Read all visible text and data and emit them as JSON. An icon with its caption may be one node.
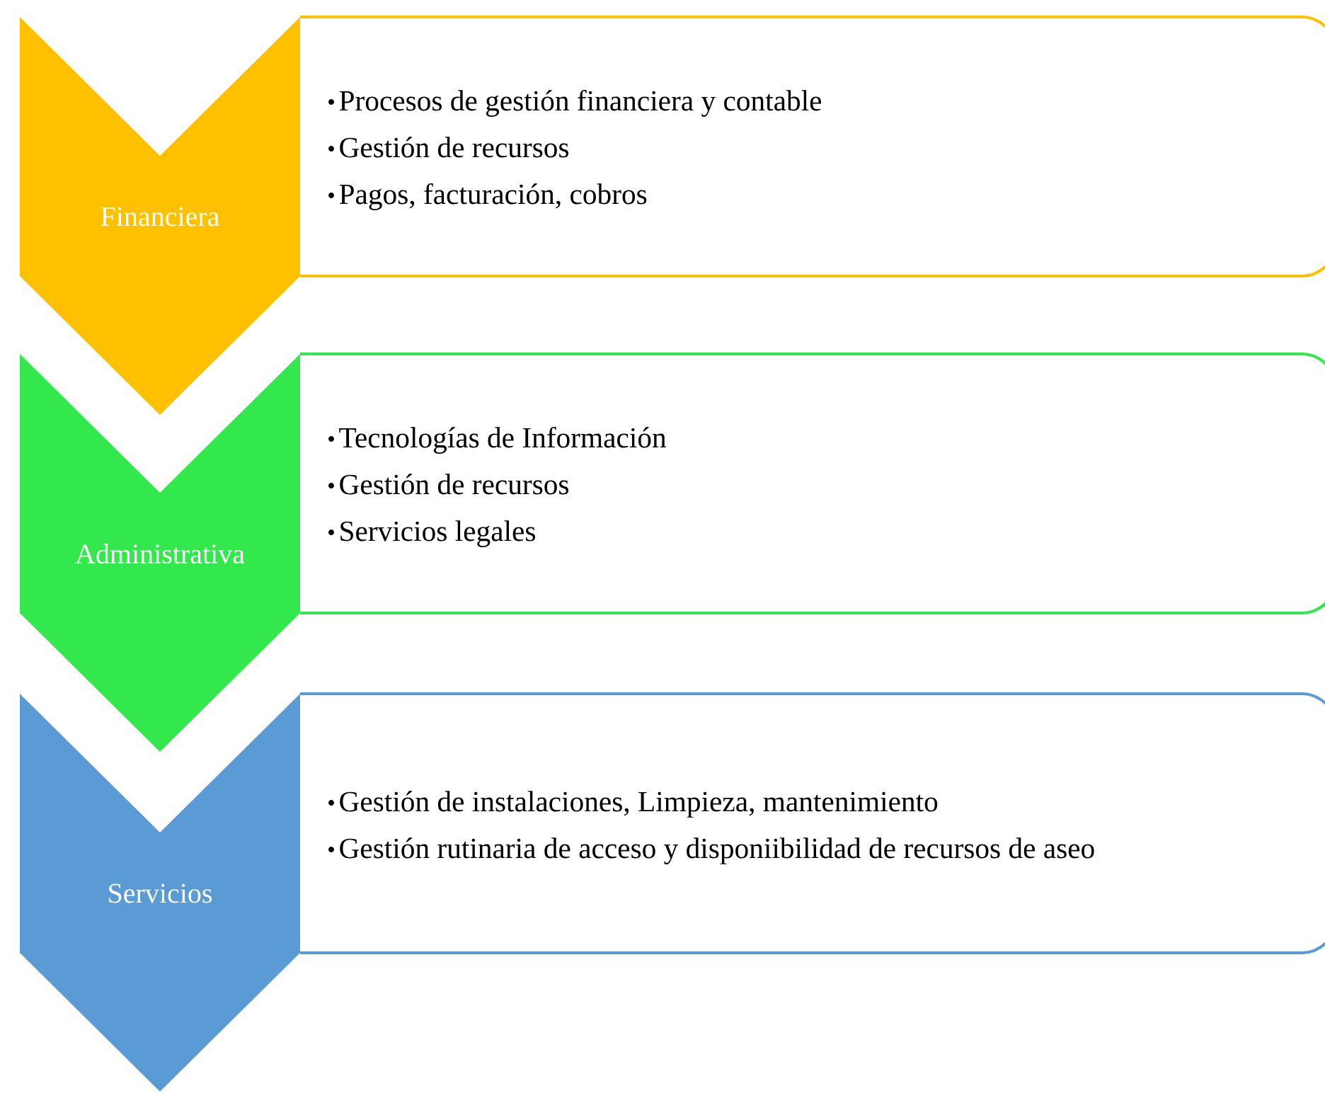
{
  "diagram": {
    "nodes": [
      {
        "text": [
          "Financiera"
        ]
      },
      {
        "text": [
          "Procesos de gestión financiera y contable",
          "Gestión de recursos",
          "Pagos, facturación, cobros"
        ]
      },
      {
        "text": [
          "Administrativa"
        ]
      },
      {
        "text": [
          "Tecnologías de Información",
          "Gestión de recursos",
          "Servicios legales"
        ]
      },
      {
        "text": [
          "Servicios"
        ]
      },
      {
        "text": [
          "Gestión de instalaciones, Limpieza, mantenimiento",
          "Gestión rutinaria de acceso y disponiibilidad de recursos de aseo"
        ]
      }
    ]
  }
}
